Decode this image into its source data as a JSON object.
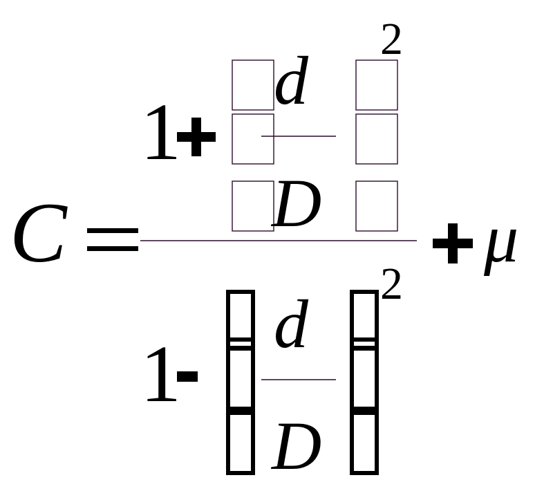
{
  "formula": {
    "lhs": "C",
    "equals": "=",
    "numerator": {
      "one": "1",
      "op": "+",
      "inner_num": "d",
      "inner_den": "D",
      "exponent": "2"
    },
    "denominator": {
      "one": "1",
      "op": "-",
      "inner_num": "d",
      "inner_den": "D",
      "exponent": "2"
    },
    "plus": "+",
    "mu": "μ"
  },
  "colors": {
    "ink": "#000000",
    "thin_rule": "#2a0a2a",
    "glyph_box": "#3a1a3a"
  }
}
